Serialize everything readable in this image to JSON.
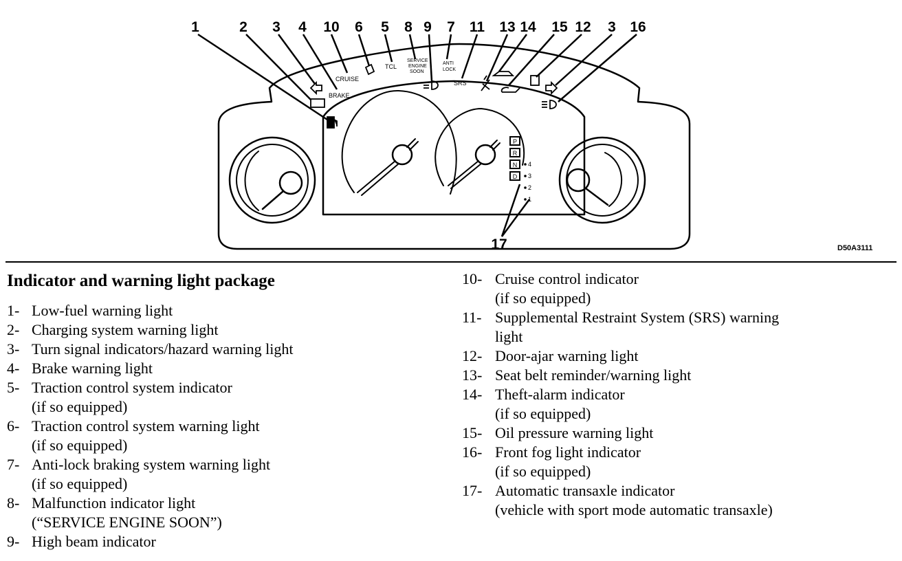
{
  "diagram": {
    "callouts": [
      "1",
      "2",
      "3",
      "4",
      "10",
      "6",
      "5",
      "8",
      "9",
      "7",
      "11",
      "13",
      "14",
      "15",
      "12",
      "3",
      "16",
      "17"
    ],
    "panel_labels": {
      "cruise": "CRUISE",
      "brake": "BRAKE",
      "tcl": "TCL",
      "service_engine_soon": [
        "SERVICE",
        "ENGINE",
        "SOON"
      ],
      "anti_lock": [
        "ANTI",
        "LOCK"
      ],
      "srs": "SRS"
    },
    "gear_positions": [
      "P",
      "R",
      "N",
      "D"
    ],
    "sport_gears": [
      "4",
      "3",
      "2",
      "1"
    ],
    "code": "D50A3111"
  },
  "legend": {
    "title": "Indicator and warning light package",
    "left_items": [
      {
        "num": "1-",
        "lines": [
          "Low-fuel warning light"
        ]
      },
      {
        "num": "2-",
        "lines": [
          "Charging system warning light"
        ]
      },
      {
        "num": "3-",
        "lines": [
          "Turn signal indicators/hazard warning light"
        ]
      },
      {
        "num": "4-",
        "lines": [
          "Brake warning light"
        ]
      },
      {
        "num": "5-",
        "lines": [
          "Traction control system indicator",
          "(if so equipped)"
        ]
      },
      {
        "num": "6-",
        "lines": [
          "Traction control system warning light",
          "(if so equipped)"
        ]
      },
      {
        "num": "7-",
        "lines": [
          "Anti-lock braking system warning light",
          "(if so equipped)"
        ]
      },
      {
        "num": "8-",
        "lines": [
          "Malfunction indicator light",
          "(“SERVICE ENGINE SOON”)"
        ]
      },
      {
        "num": "9-",
        "lines": [
          "High beam indicator"
        ]
      }
    ],
    "right_items": [
      {
        "num": "10-",
        "lines": [
          "Cruise control indicator",
          "(if so equipped)"
        ]
      },
      {
        "num": "11-",
        "lines": [
          "Supplemental Restraint System (SRS) warning",
          "light"
        ]
      },
      {
        "num": "12-",
        "lines": [
          "Door-ajar warning light"
        ]
      },
      {
        "num": "13-",
        "lines": [
          "Seat belt reminder/warning light"
        ]
      },
      {
        "num": "14-",
        "lines": [
          "Theft-alarm indicator",
          "(if so equipped)"
        ]
      },
      {
        "num": "15-",
        "lines": [
          "Oil pressure warning light"
        ]
      },
      {
        "num": "16-",
        "lines": [
          "Front fog light indicator",
          "(if so equipped)"
        ]
      },
      {
        "num": "17-",
        "lines": [
          "Automatic transaxle indicator",
          "(vehicle with sport mode automatic transaxle)"
        ]
      }
    ]
  }
}
